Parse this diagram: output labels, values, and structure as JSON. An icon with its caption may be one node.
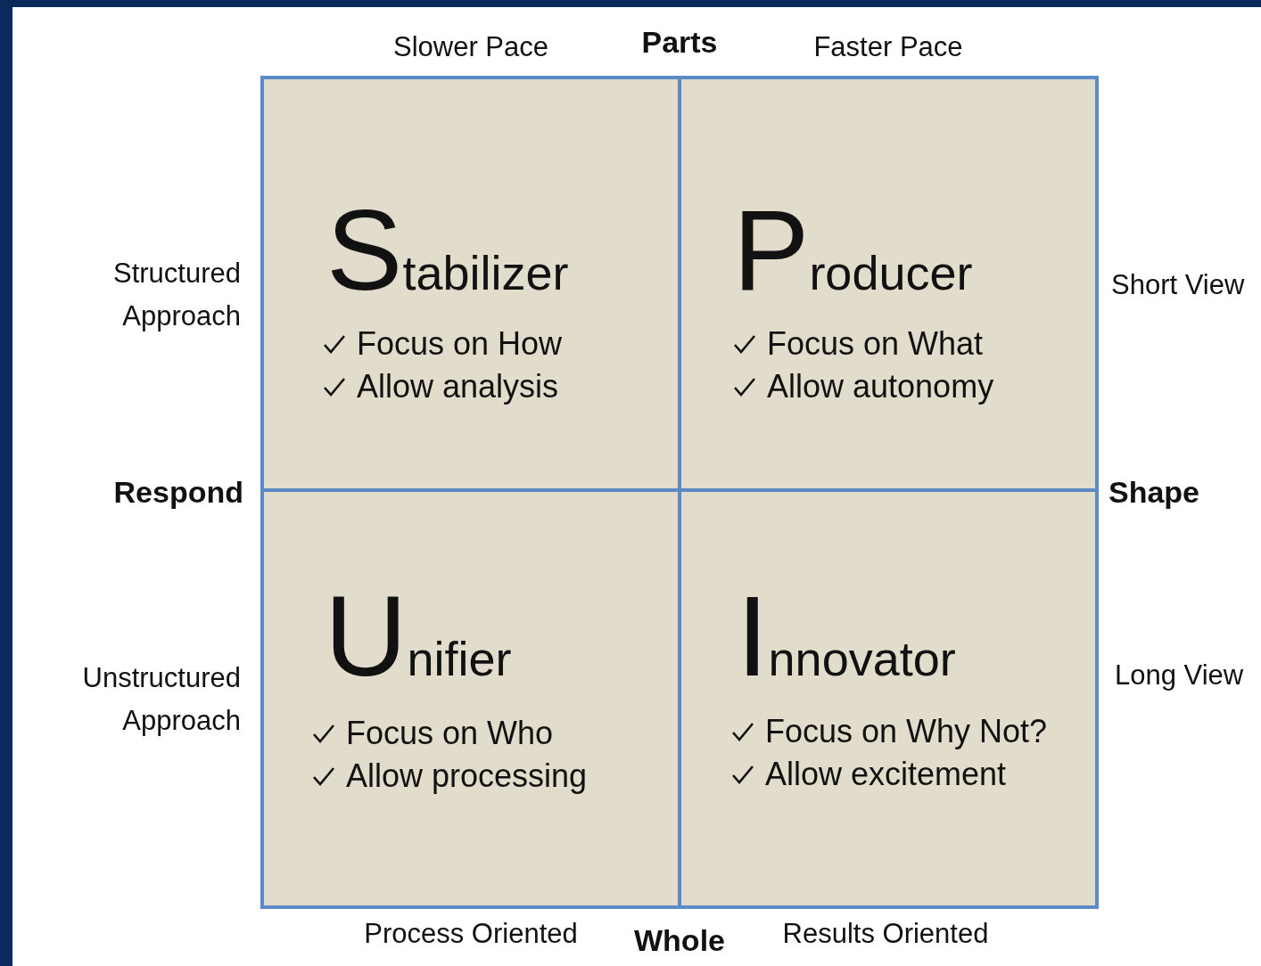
{
  "diagram": {
    "nodes": [
      {
        "text": [
          "Stabilizer",
          "Focus on How",
          "Allow analysis"
        ]
      },
      {
        "text": [
          "Producer",
          "Focus on What",
          "Allow autonomy"
        ]
      },
      {
        "text": [
          "Unifier",
          "Focus on Who",
          "Allow processing"
        ]
      },
      {
        "text": [
          "Innovator",
          "Focus on Why Not?",
          "Allow excitement"
        ]
      }
    ],
    "labels": [
      "Slower Pace",
      "Parts",
      "Faster Pace",
      "Structured Approach",
      "Short View",
      "Respond",
      "Shape",
      "Unstructured Approach",
      "Long View",
      "Process Oriented",
      "Whole",
      "Results Oriented"
    ]
  }
}
